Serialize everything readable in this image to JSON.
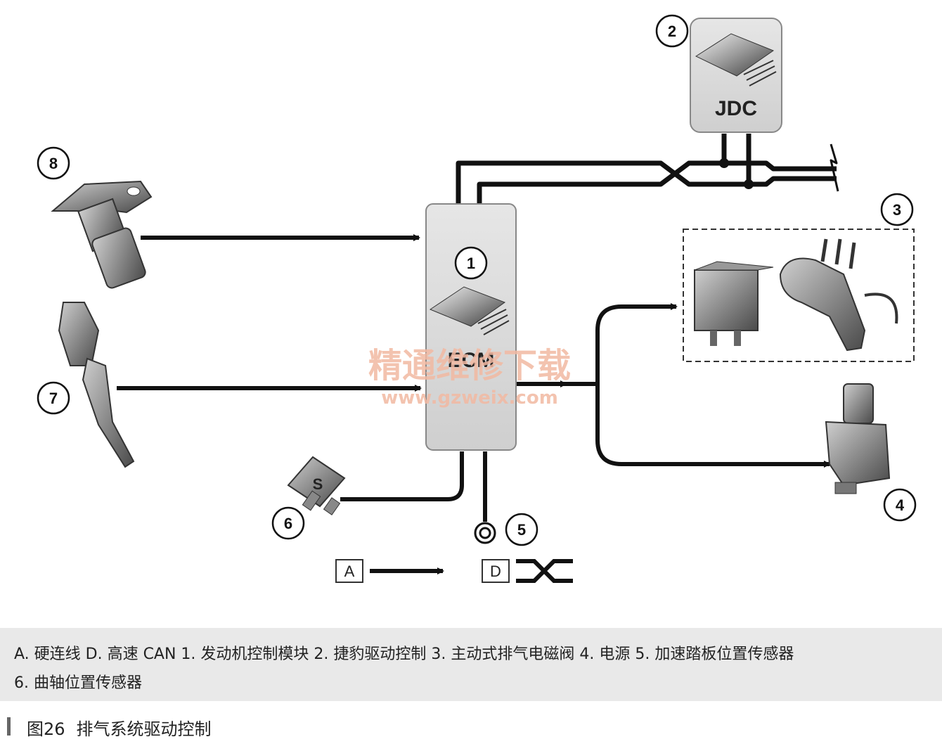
{
  "modules": {
    "ecm_label": "ECM",
    "jdc_label": "JDC"
  },
  "callouts": {
    "n1": "1",
    "n2": "2",
    "n3": "3",
    "n4": "4",
    "n5": "5",
    "n6": "6",
    "n7": "7",
    "n8": "8"
  },
  "fuse_label": "S",
  "key": {
    "a": "A",
    "d": "D"
  },
  "watermark": {
    "cn": "精通维修下载",
    "url": "www.gzweix.com"
  },
  "legend": {
    "line1": "A. 硬连线  D. 高速 CAN  1. 发动机控制模块  2. 捷豹驱动控制  3. 主动式排气电磁阀  4. 电源  5. 加速踏板位置传感器",
    "line2": "6. 曲轴位置传感器"
  },
  "figure": {
    "number": "图26",
    "title": "排气系统驱动控制"
  }
}
